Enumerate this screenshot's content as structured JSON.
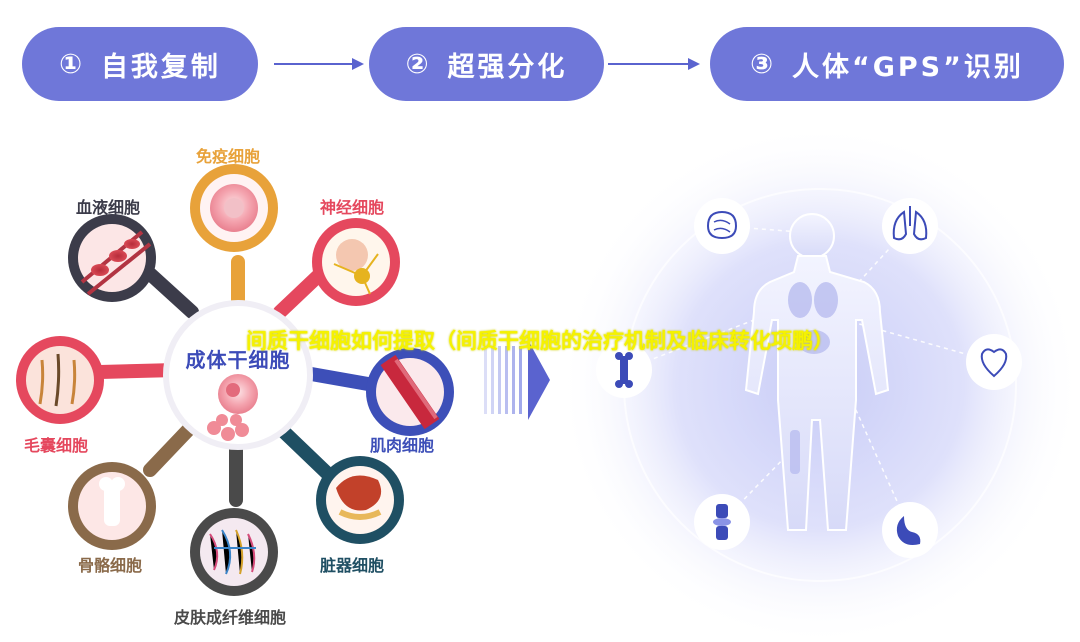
{
  "steps": [
    {
      "num": "①",
      "label": "自我复制"
    },
    {
      "num": "②",
      "label": "超强分化"
    },
    {
      "num": "③",
      "label": "人体“GPS”识别"
    }
  ],
  "center": {
    "label": "成体干细胞"
  },
  "cells": [
    {
      "label": "免疫细胞",
      "color": "#e8a23a"
    },
    {
      "label": "神经细胞",
      "color": "#e5485e"
    },
    {
      "label": "肌肉细胞",
      "color": "#3d4fb8"
    },
    {
      "label": "脏器细胞",
      "color": "#1f4f63"
    },
    {
      "label": "皮肤成纤维细胞",
      "color": "#4a4a4a"
    },
    {
      "label": "骨骼细胞",
      "color": "#8a6a4a"
    },
    {
      "label": "毛囊细胞",
      "color": "#e5485e"
    },
    {
      "label": "血液细胞",
      "color": "#3c3c4a"
    }
  ],
  "overlay_title": "间质干细胞如何提取（间质干细胞的治疗机制及临床转化项鹏）",
  "colors": {
    "accent": "#6f77d9",
    "deep_blue": "#3c4bb8"
  },
  "icons": [
    "brain-icon",
    "lungs-icon",
    "heart-icon",
    "stomach-icon",
    "knee-joint-icon",
    "bone-icon"
  ]
}
